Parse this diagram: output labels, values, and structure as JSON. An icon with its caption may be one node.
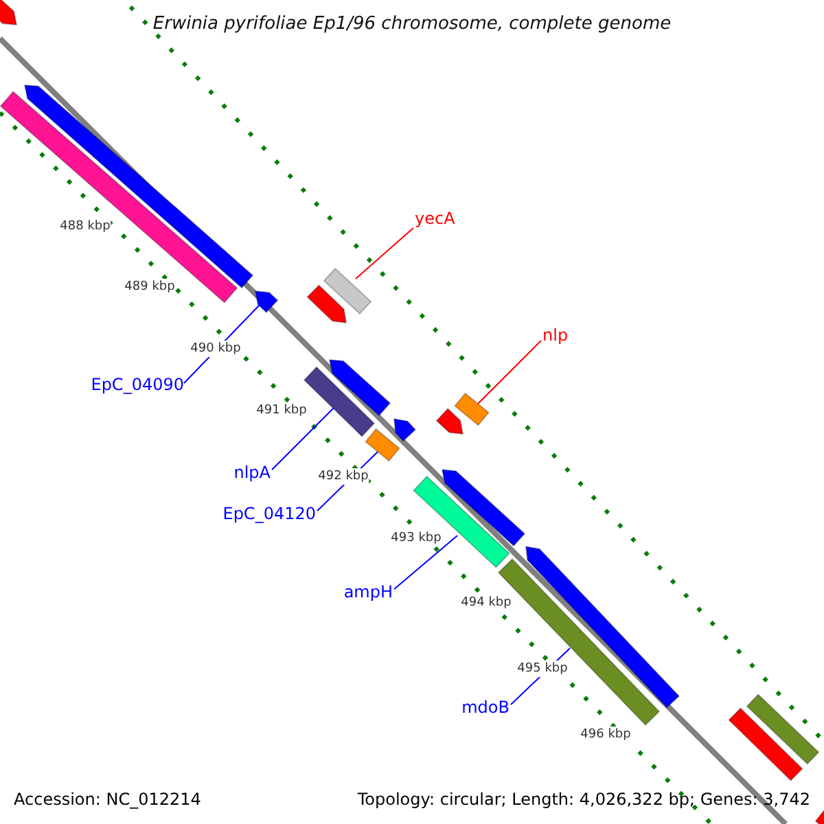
{
  "diagram": {
    "title": "Erwinia pyrifoliae Ep1/96 chromosome, complete genome",
    "nodes": [
      {
        "text": [],
        "shape": "bar"
      },
      {
        "text": [],
        "shape": "bar"
      },
      {
        "text": [],
        "shape": "bar"
      },
      {
        "text": [
          "yecA"
        ]
      },
      {
        "text": [],
        "shape": "bar"
      },
      {
        "text": [],
        "shape": "bar"
      },
      {
        "text": [],
        "shape": "bar"
      },
      {
        "text": [
          "nlp"
        ]
      },
      {
        "text": [],
        "shape": "bar"
      },
      {
        "text": [],
        "shape": "bar"
      },
      {
        "text": [
          "EpC_04090"
        ]
      },
      {
        "text": [],
        "shape": "bar"
      },
      {
        "text": [],
        "shape": "bar"
      },
      {
        "text": [],
        "shape": "bar"
      },
      {
        "text": [],
        "shape": "bar"
      },
      {
        "text": [
          "nlpA"
        ]
      },
      {
        "text": [],
        "shape": "bar"
      },
      {
        "text": [],
        "shape": "bar"
      },
      {
        "text": [
          "EpC_04120"
        ]
      },
      {
        "text": [],
        "shape": "bar"
      },
      {
        "text": [],
        "shape": "bar"
      },
      {
        "text": [
          "ampH"
        ]
      },
      {
        "text": [
          "mdoB"
        ]
      },
      {
        "text": [],
        "shape": "bar"
      },
      {
        "text": [],
        "shape": "bar"
      },
      {
        "text": [],
        "shape": "bar"
      }
    ],
    "edges": [
      {
        "from": 3,
        "to": 4,
        "arrow": "none",
        "color": "#ff0000"
      },
      {
        "from": 10,
        "to": 5,
        "arrow": "none"
      },
      {
        "from": 7,
        "to": 11,
        "arrow": "none",
        "color": "#ff0000"
      },
      {
        "from": 15,
        "to": 9,
        "arrow": "none"
      },
      {
        "from": 18,
        "to": 14,
        "arrow": "none"
      },
      {
        "from": 21,
        "to": 17,
        "arrow": "none"
      },
      {
        "from": 22,
        "to": 20,
        "arrow": "none"
      }
    ],
    "labels": [
      "488 kbp",
      "489 kbp",
      "490 kbp",
      "491 kbp",
      "492 kbp",
      "493 kbp",
      "494 kbp",
      "495 kbp",
      "496 kbp",
      "Accession: NC_012214",
      "Topology: circular; Length: 4,026,322 bp; Genes: 3,742"
    ]
  }
}
